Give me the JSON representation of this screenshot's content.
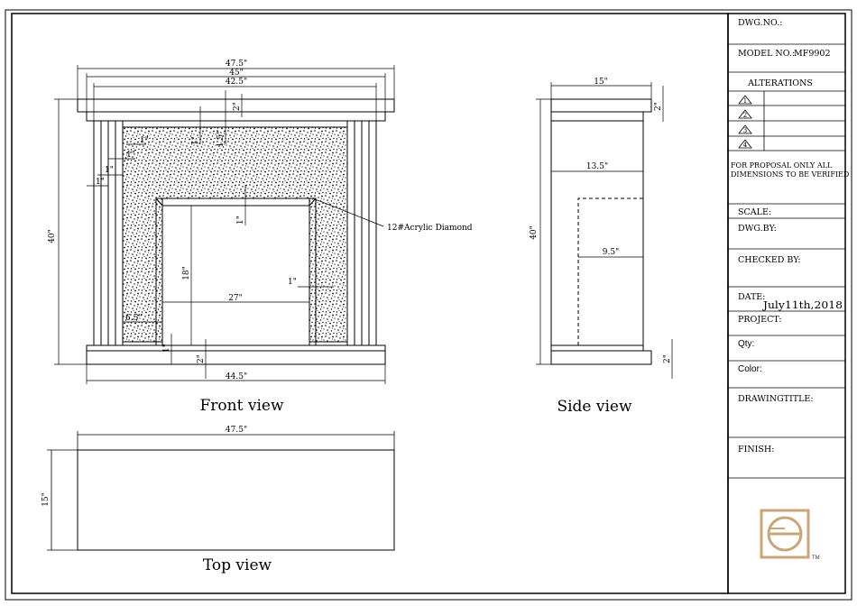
{
  "title_block": {
    "dwg_no": "DWG.NO.:",
    "model_no_label": "MODEL NO.:",
    "model_no_value": "MF9902",
    "alterations": "ALTERATIONS",
    "alteration_marks": [
      "1",
      "2",
      "3",
      "4"
    ],
    "note": [
      "FOR PROPOSAL ONLY ALL",
      "DIMENSIONS TO BE VERIFIED"
    ],
    "scale": "SCALE:",
    "dwg_by": "DWG.BY:",
    "checked_by": "CHECKED BY:",
    "date_label": "DATE:",
    "date_value": "July11th,2018",
    "project": "PROJECT:",
    "qty": "Qty:",
    "color": "Color:",
    "drawing_title": "DRAWINGTITLE:",
    "finish": "FINISH:",
    "tm": "TM",
    "logo_color": "#c9a57a"
  },
  "front": {
    "label": "Front view",
    "dims": {
      "w475": "47.5\"",
      "w45": "45\"",
      "w425": "42.5\"",
      "h40": "40\"",
      "d2top": "2\"",
      "d15": "1.5\"",
      "d1a": "1\"",
      "d1b": "1\"",
      "d1c": "1\"",
      "d1d": "1\"",
      "d1e": "1\"",
      "h18": "18\"",
      "w27": "27\"",
      "d1right": "1\"",
      "d65": "6.5\"",
      "d1bot": "1\"",
      "d2bot": "2\"",
      "w445": "44.5\""
    },
    "annotation": "12#Acrylic Diamond"
  },
  "side": {
    "label": "Side view",
    "dims": {
      "w15": "15\"",
      "d2top": "2\"",
      "w135": "13.5\"",
      "h40": "40\"",
      "w95": "9.5\"",
      "d2bot": "2\""
    }
  },
  "top": {
    "label": "Top view",
    "dims": {
      "w475": "47.5\"",
      "h15": "15\""
    }
  }
}
